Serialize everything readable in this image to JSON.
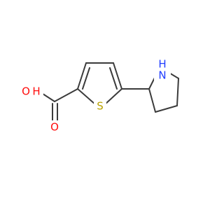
{
  "molecule": {
    "atoms": {
      "oxygen_hydroxyl": {
        "label": "O",
        "color": "#ff0d0d"
      },
      "hydrogen_hydroxyl": {
        "label": "H",
        "color": "#ff0d0d"
      },
      "oxygen_carbonyl": {
        "label": "O",
        "color": "#ff0d0d"
      },
      "sulfur": {
        "label": "S",
        "color": "#b8a200"
      },
      "nitrogen": {
        "label": "N",
        "color": "#1f3cff"
      },
      "hydrogen_amine": {
        "label": "H",
        "color": "#1f3cff"
      }
    },
    "bond_color": "#3b3b3b"
  }
}
